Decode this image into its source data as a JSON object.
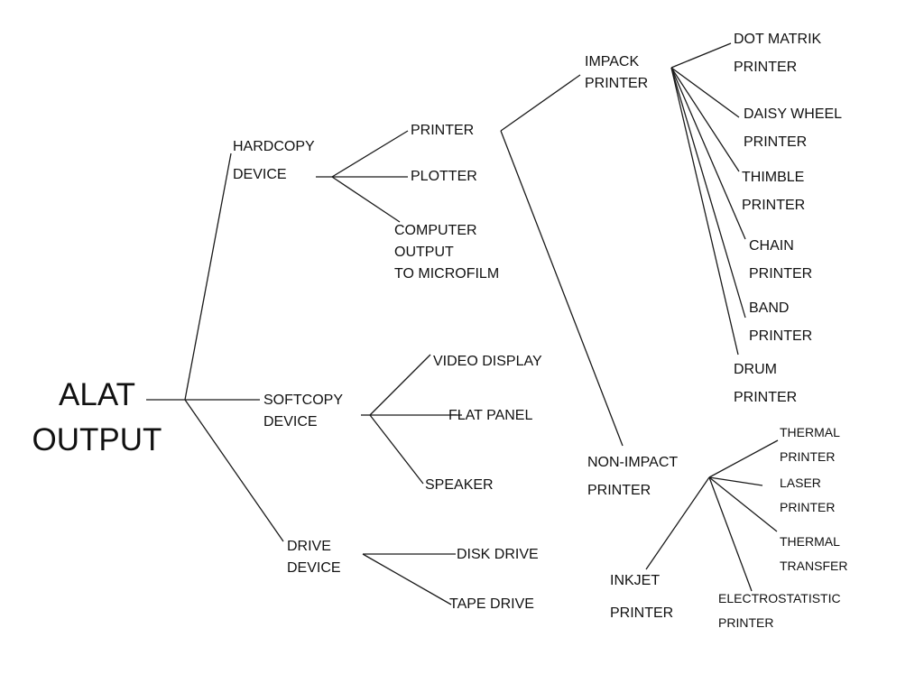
{
  "diagram": {
    "root": {
      "lines": [
        "ALAT",
        "OUTPUT"
      ]
    },
    "hardcopy": {
      "lines": [
        "HARDCOPY",
        "DEVICE"
      ]
    },
    "softcopy": {
      "lines": [
        "SOFTCOPY",
        "DEVICE"
      ]
    },
    "drive": {
      "lines": [
        "DRIVE",
        "DEVICE"
      ]
    },
    "printer": "PRINTER",
    "plotter": "PLOTTER",
    "com": {
      "lines": [
        "COMPUTER",
        "OUTPUT",
        "TO MICROFILM"
      ]
    },
    "video_display": "VIDEO DISPLAY",
    "flat_panel": "FLAT PANEL",
    "speaker": "SPEAKER",
    "disk_drive": "DISK DRIVE",
    "tape_drive": "TAPE DRIVE",
    "impact_printer": {
      "lines": [
        "IMPACK",
        "PRINTER"
      ]
    },
    "non_impact_printer": {
      "lines": [
        "NON-IMPACT",
        "PRINTER"
      ]
    },
    "dot_matrik": {
      "lines": [
        "DOT MATRIK",
        "PRINTER"
      ]
    },
    "daisy_wheel": {
      "lines": [
        "DAISY WHEEL",
        "PRINTER"
      ]
    },
    "thimble": {
      "lines": [
        "THIMBLE",
        "PRINTER"
      ]
    },
    "chain": {
      "lines": [
        "CHAIN",
        "PRINTER"
      ]
    },
    "band": {
      "lines": [
        "BAND",
        "PRINTER"
      ]
    },
    "drum": {
      "lines": [
        "DRUM",
        "PRINTER"
      ]
    },
    "thermal_printer": {
      "lines": [
        "THERMAL",
        "PRINTER"
      ]
    },
    "laser_printer": {
      "lines": [
        "LASER",
        "PRINTER"
      ]
    },
    "thermal_transfer": {
      "lines": [
        "THERMAL",
        "TRANSFER"
      ]
    },
    "electrostatistic": {
      "lines": [
        "ELECTROSTATISTIC",
        "PRINTER"
      ]
    },
    "inkjet": {
      "lines": [
        "INKJET",
        "PRINTER"
      ]
    }
  }
}
